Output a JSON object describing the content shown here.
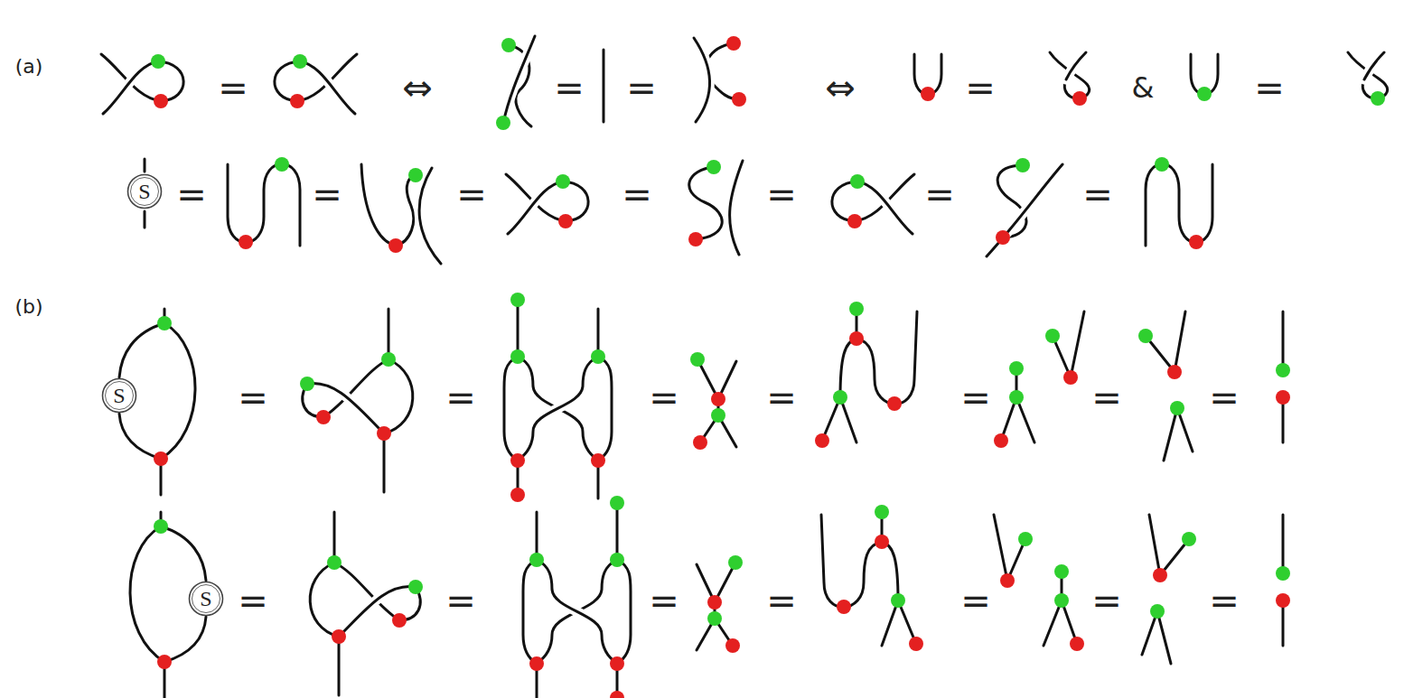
{
  "diagram": {
    "nodes": [
      {
        "text": [
          "S"
        ]
      },
      {
        "text": [
          "S"
        ]
      },
      {
        "text": [
          "S"
        ]
      }
    ],
    "labels": [
      "(a)",
      "=",
      "⇔",
      "=",
      "=",
      "⇔",
      "=",
      "&",
      "=",
      "=",
      "=",
      "=",
      "=",
      "=",
      "=",
      "=",
      "(b)",
      "=",
      "=",
      "=",
      "=",
      "=",
      "=",
      "=",
      "=",
      "=",
      "=",
      "=",
      "=",
      "=",
      "="
    ]
  }
}
